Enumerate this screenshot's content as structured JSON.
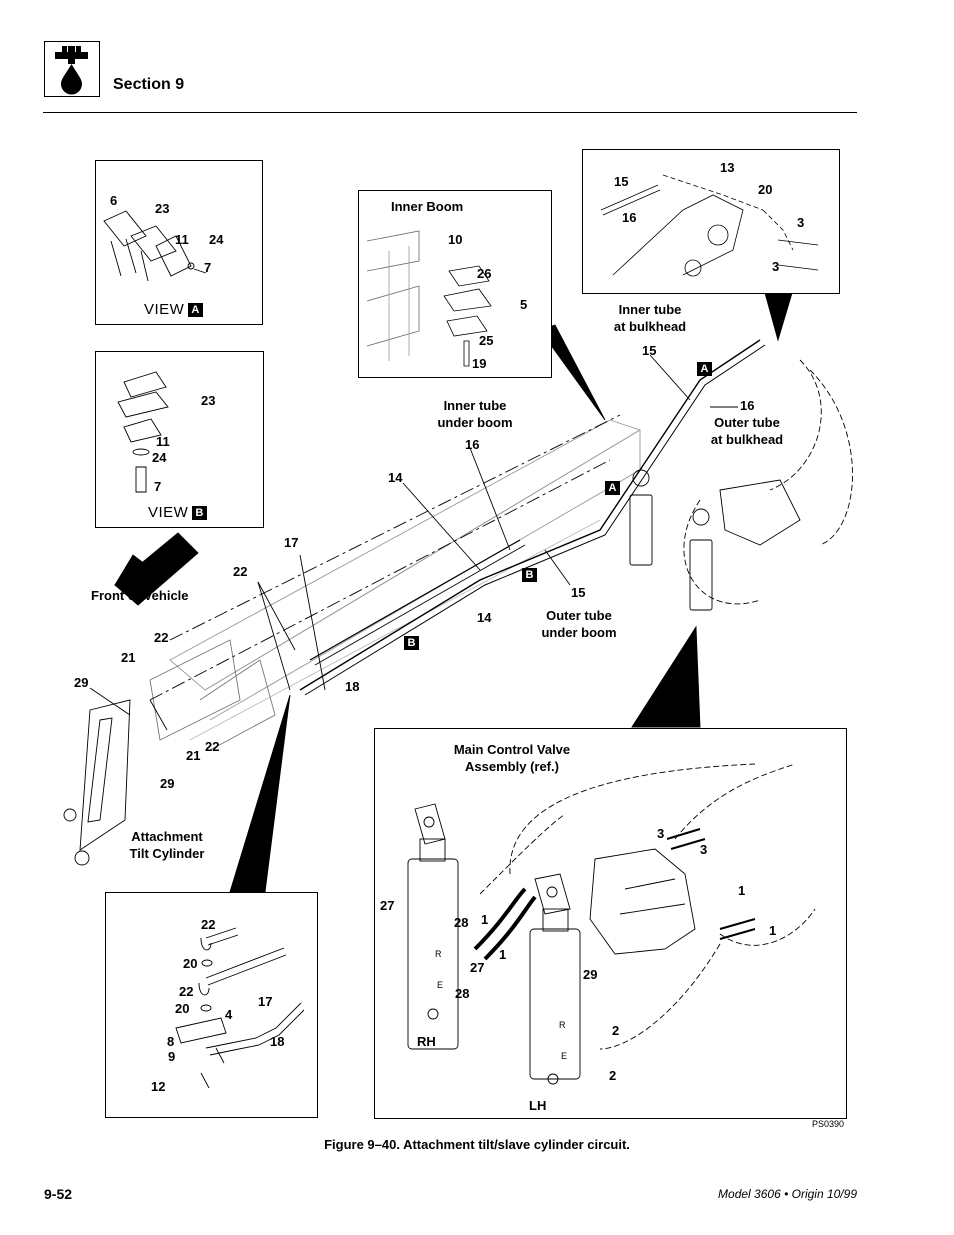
{
  "header": {
    "section": "Section 9"
  },
  "figure": {
    "caption": "Figure 9–40.  Attachment tilt/slave cylinder circuit.",
    "code": "PS0390"
  },
  "footer": {
    "page": "9-52",
    "model": "Model 3606 • Origin 10/99"
  },
  "view_a": {
    "title": "VIEW",
    "letter": "A",
    "parts": [
      "6",
      "23",
      "11",
      "24",
      "7"
    ]
  },
  "view_b": {
    "title": "VIEW",
    "letter": "B",
    "parts": [
      "23",
      "11",
      "24",
      "7"
    ]
  },
  "inner_boom": {
    "title": "Inner Boom",
    "parts": [
      "10",
      "26",
      "5",
      "25",
      "19"
    ]
  },
  "bulkhead": {
    "parts": [
      "15",
      "13",
      "20",
      "16",
      "3",
      "3"
    ]
  },
  "main": {
    "inner_tube_bulkhead": "Inner tube\nat bulkhead",
    "outer_tube_bulkhead": "Outer tube\nat bulkhead",
    "inner_tube_boom": "Inner tube\nunder boom",
    "outer_tube_boom": "Outer tube\nunder boom",
    "front": "Front of Vehicle",
    "tilt_cyl": "Attachment\nTilt Cylinder",
    "tag_a": "A",
    "tag_b": "B",
    "n15a": "15",
    "n16a": "16",
    "n16b": "16",
    "n14a": "14",
    "n14b": "14",
    "n15b": "15",
    "n17": "17",
    "n22a": "22",
    "n22b": "22",
    "n22c": "22",
    "n21a": "21",
    "n21b": "21",
    "n29a": "29",
    "n29b": "29",
    "n18": "18"
  },
  "detail_left": {
    "parts": [
      "22",
      "20",
      "22",
      "20",
      "4",
      "17",
      "8",
      "9",
      "18",
      "12"
    ]
  },
  "valve": {
    "title": "Main Control Valve\nAssembly (ref.)",
    "rh": "RH",
    "lh": "LH",
    "r": "R",
    "e": "E",
    "parts": [
      "3",
      "3",
      "1",
      "1",
      "27",
      "28",
      "1",
      "1",
      "27",
      "28",
      "29",
      "2",
      "2"
    ]
  }
}
